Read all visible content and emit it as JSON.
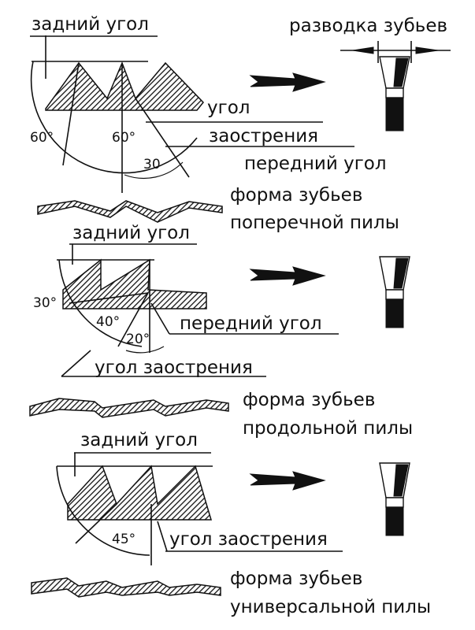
{
  "labels": {
    "rear_angle_1": "задний угол",
    "tooth_set": "разводка зубьев",
    "angle_word": "угол",
    "sharpening_word": "заострения",
    "front_angle_1": "передний угол",
    "crosscut_line1": "форма зубьев",
    "crosscut_line2": "поперечной пилы",
    "rear_angle_2": "задний угол",
    "front_angle_2": "передний угол",
    "sharpening_angle_2": "угол заострения",
    "rip_line1": "форма зубьев",
    "rip_line2": "продольной пилы",
    "rear_angle_3": "задний угол",
    "sharpening_angle_3": "угол заострения",
    "universal_line1": "форма зубьев",
    "universal_line2": "универсальной пилы"
  },
  "angles": {
    "d1_left": "60°",
    "d1_center": "60°",
    "d1_front": "30",
    "d2_rear": "30°",
    "d2_sharp": "40°",
    "d2_front": "20°",
    "d3_sharp": "45°"
  },
  "colors": {
    "ink": "#111111",
    "background": "#ffffff"
  },
  "icons": [
    "arrow-right-icon",
    "tooth-set-profile-icon"
  ]
}
